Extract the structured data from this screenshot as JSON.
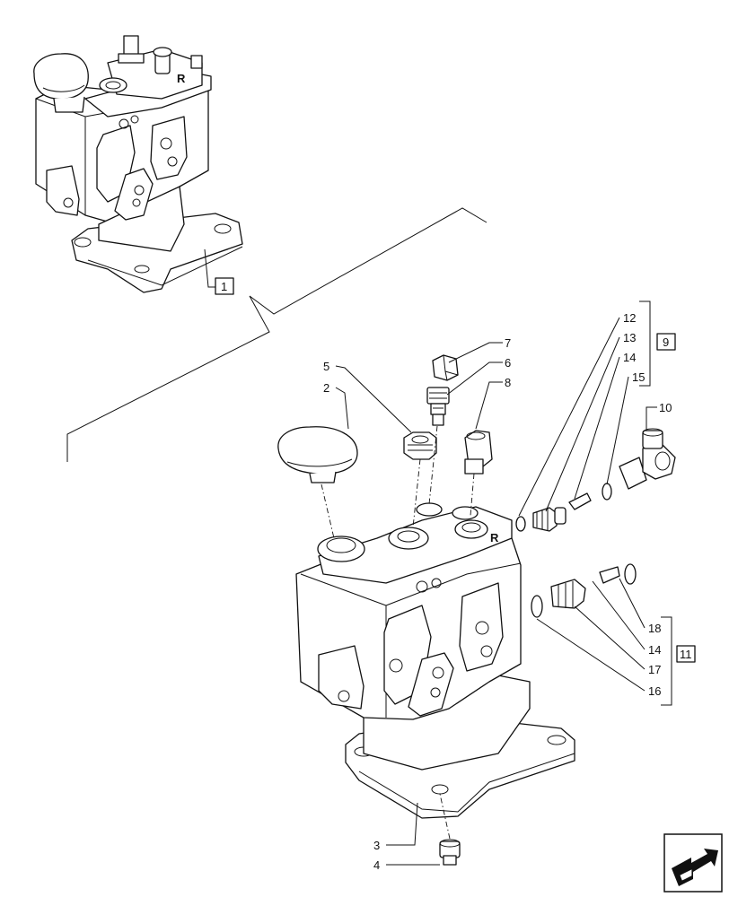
{
  "callouts": [
    {
      "id": "c1",
      "text": "1",
      "boxed": true
    },
    {
      "id": "c2",
      "text": "2",
      "boxed": false
    },
    {
      "id": "c3",
      "text": "3",
      "boxed": false
    },
    {
      "id": "c4",
      "text": "4",
      "boxed": false
    },
    {
      "id": "c5",
      "text": "5",
      "boxed": false
    },
    {
      "id": "c6",
      "text": "6",
      "boxed": false
    },
    {
      "id": "c7",
      "text": "7",
      "boxed": false
    },
    {
      "id": "c8",
      "text": "8",
      "boxed": false
    },
    {
      "id": "c9",
      "text": "9",
      "boxed": true
    },
    {
      "id": "c10",
      "text": "10",
      "boxed": false
    },
    {
      "id": "c11",
      "text": "11",
      "boxed": true
    },
    {
      "id": "c12",
      "text": "12",
      "boxed": false
    },
    {
      "id": "c13",
      "text": "13",
      "boxed": false
    },
    {
      "id": "c14a",
      "text": "14",
      "boxed": false
    },
    {
      "id": "c15",
      "text": "15",
      "boxed": false
    },
    {
      "id": "c14b",
      "text": "14",
      "boxed": false
    },
    {
      "id": "c16",
      "text": "16",
      "boxed": false
    },
    {
      "id": "c17",
      "text": "17",
      "boxed": false
    },
    {
      "id": "c18",
      "text": "18",
      "boxed": false
    }
  ],
  "valve_markings": {
    "top_assembly": "R",
    "exploded_assembly": "R"
  },
  "icons": {
    "navigation": "next-page-arrow-icon"
  }
}
